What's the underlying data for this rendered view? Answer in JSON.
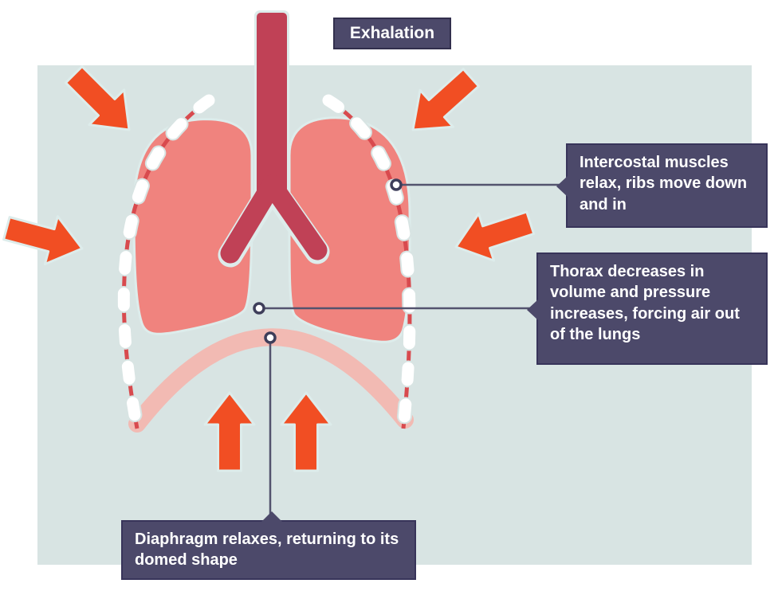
{
  "figure": {
    "title": "Exhalation"
  },
  "callouts": {
    "intercostal": {
      "text": "Intercostal muscles relax, ribs move down and in"
    },
    "thorax": {
      "text": "Thorax decreases in volume and pressure increases, forcing air out of the lungs"
    },
    "diaphragm": {
      "text": "Diaphragm relaxes, returning to its domed shape"
    }
  },
  "arrows": {
    "top_left": "pointing down-right into thorax",
    "top_right": "pointing down-left into thorax",
    "mid_left": "pointing right into thorax",
    "mid_right": "pointing left into thorax",
    "bottom_left": "pointing up toward diaphragm",
    "bottom_right": "pointing up toward diaphragm"
  },
  "colors": {
    "panel": "#d8e4e3",
    "lung": "#f0837e",
    "airway": "#c04156",
    "rib_line": "#d84a4e",
    "rib": "#ffffff",
    "diaphragm": "#f2bab3",
    "arrow": "#f14e23",
    "halo": "#ddeceb",
    "callout_bg": "#4c496a",
    "callout_border": "#38345a",
    "connector": "#53536e",
    "marker_ring": "#3e3e5a",
    "marker_fill": "#ffffff"
  }
}
